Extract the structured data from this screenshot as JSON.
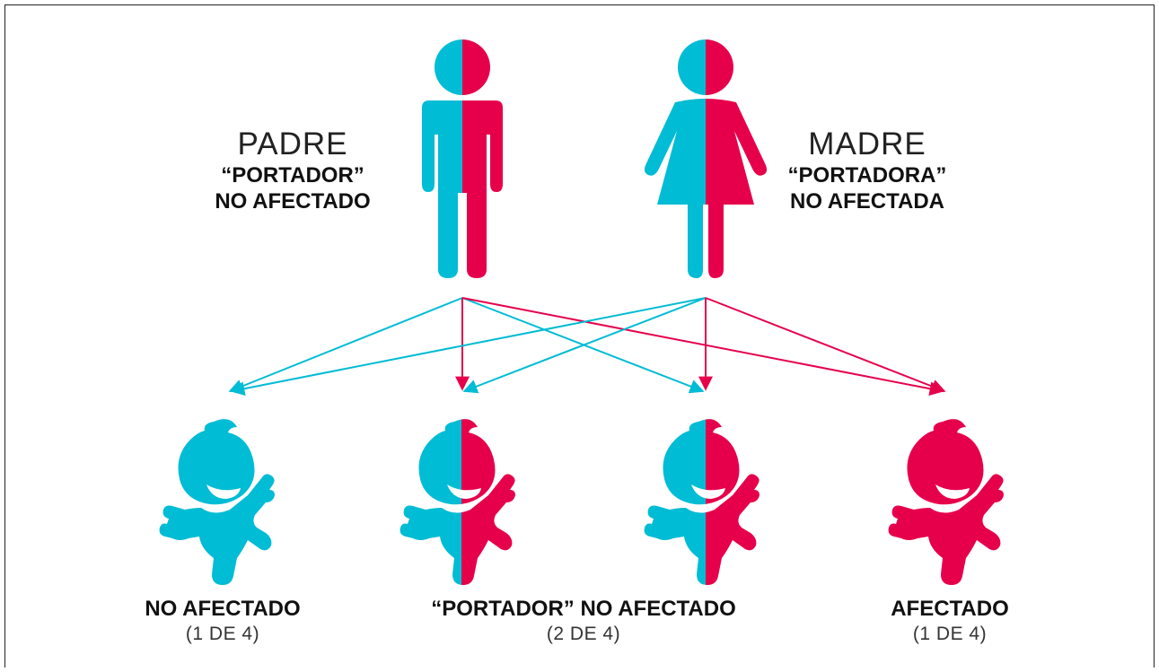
{
  "colors": {
    "normal": "#00BCD4",
    "carrier": "#E6004C"
  },
  "parents": {
    "father": {
      "icon": "male-figure-icon",
      "role": "PADRE",
      "line1": "“PORTADOR”",
      "line2": "NO AFECTADO"
    },
    "mother": {
      "icon": "female-figure-icon",
      "role": "MADRE",
      "line1": "“PORTADORA”",
      "line2": "NO AFECTADA"
    }
  },
  "children": [
    {
      "icon": "baby-icon",
      "fill": "normal",
      "status": "NO AFECTADO",
      "ratio": "(1 DE 4)"
    },
    {
      "icon": "baby-icon",
      "fill": "half",
      "status": "",
      "ratio": ""
    },
    {
      "icon": "baby-icon",
      "fill": "half",
      "status": "",
      "ratio": ""
    },
    {
      "icon": "baby-icon",
      "fill": "carrier",
      "status": "AFECTADO",
      "ratio": "(1 DE 4)"
    }
  ],
  "shared_caption": {
    "status": "“PORTADOR” NO AFECTADO",
    "ratio": "(2 DE 4)"
  }
}
